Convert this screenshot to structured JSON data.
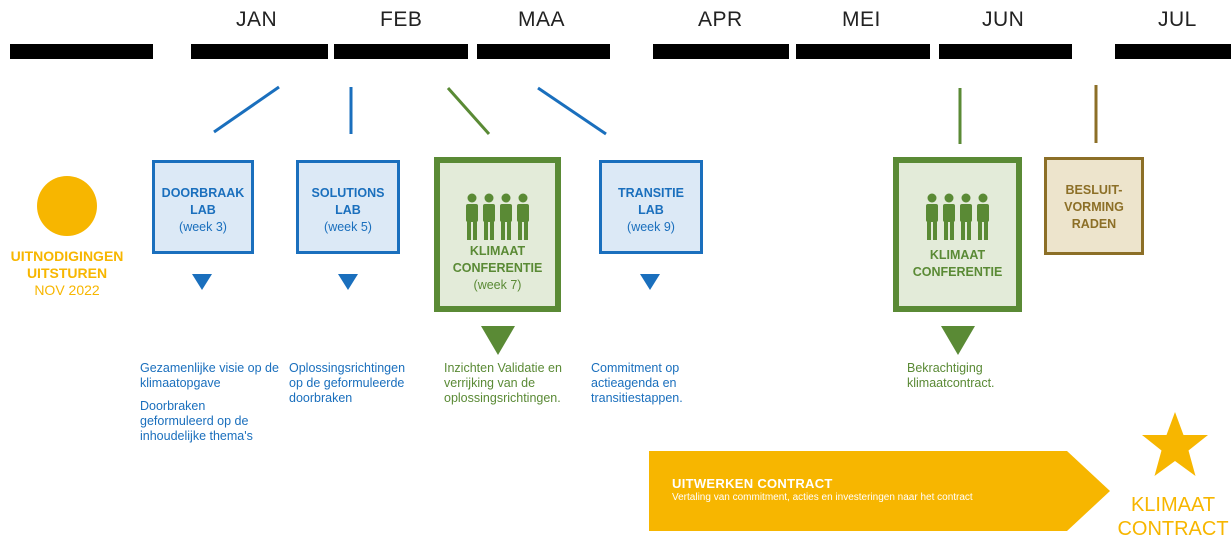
{
  "months": [
    "JAN",
    "FEB",
    "MAA",
    "APR",
    "MEI",
    "JUN",
    "JUL"
  ],
  "start": {
    "title_line1": "UITNODIGINGEN",
    "title_line2": "UITSTUREN",
    "date": "NOV 2022"
  },
  "labs": [
    {
      "title_line1": "DOORBRAAK",
      "title_line2": "LAB",
      "week": "(week 3)",
      "desc": [
        "Gezamenlijke visie op de klimaatopgave",
        "Doorbraken geformuleerd op de inhoudelijke thema's"
      ]
    },
    {
      "title_line1": "SOLUTIONS",
      "title_line2": "LAB",
      "week": "(week 5)",
      "desc": [
        "Oplossingsrichtingen op de geformuleerde doorbraken"
      ]
    },
    {
      "title_line1": "TRANSITIE",
      "title_line2": "LAB",
      "week": "(week 9)",
      "desc": [
        "Commitment op actieagenda en transitiestappen."
      ]
    }
  ],
  "conferences": [
    {
      "title_line1": "KLIMAAT",
      "title_line2": "CONFERENTIE",
      "week": "(week 7)",
      "desc": "Inzichten Validatie en verrijking van de oplossingsrichtingen."
    },
    {
      "title_line1": "KLIMAAT",
      "title_line2": "CONFERENTIE",
      "desc": "Bekrachtiging klimaatcontract."
    }
  ],
  "decision": {
    "title_line1": "BESLUIT-",
    "title_line2": "VORMING",
    "title_line3": "RADEN"
  },
  "contract_arrow": {
    "title": "UITWERKEN CONTRACT",
    "subtitle": "Vertaling van commitment, acties en investeringen naar het contract"
  },
  "end": {
    "line1": "KLIMAAT",
    "line2": "CONTRACT"
  },
  "colors": {
    "blue": "#1a6fbd",
    "green": "#5a8a35",
    "brown": "#8c6f27",
    "yellow": "#f7b600"
  },
  "icons": [
    "people-group-icon",
    "sun-icon",
    "star-icon"
  ]
}
